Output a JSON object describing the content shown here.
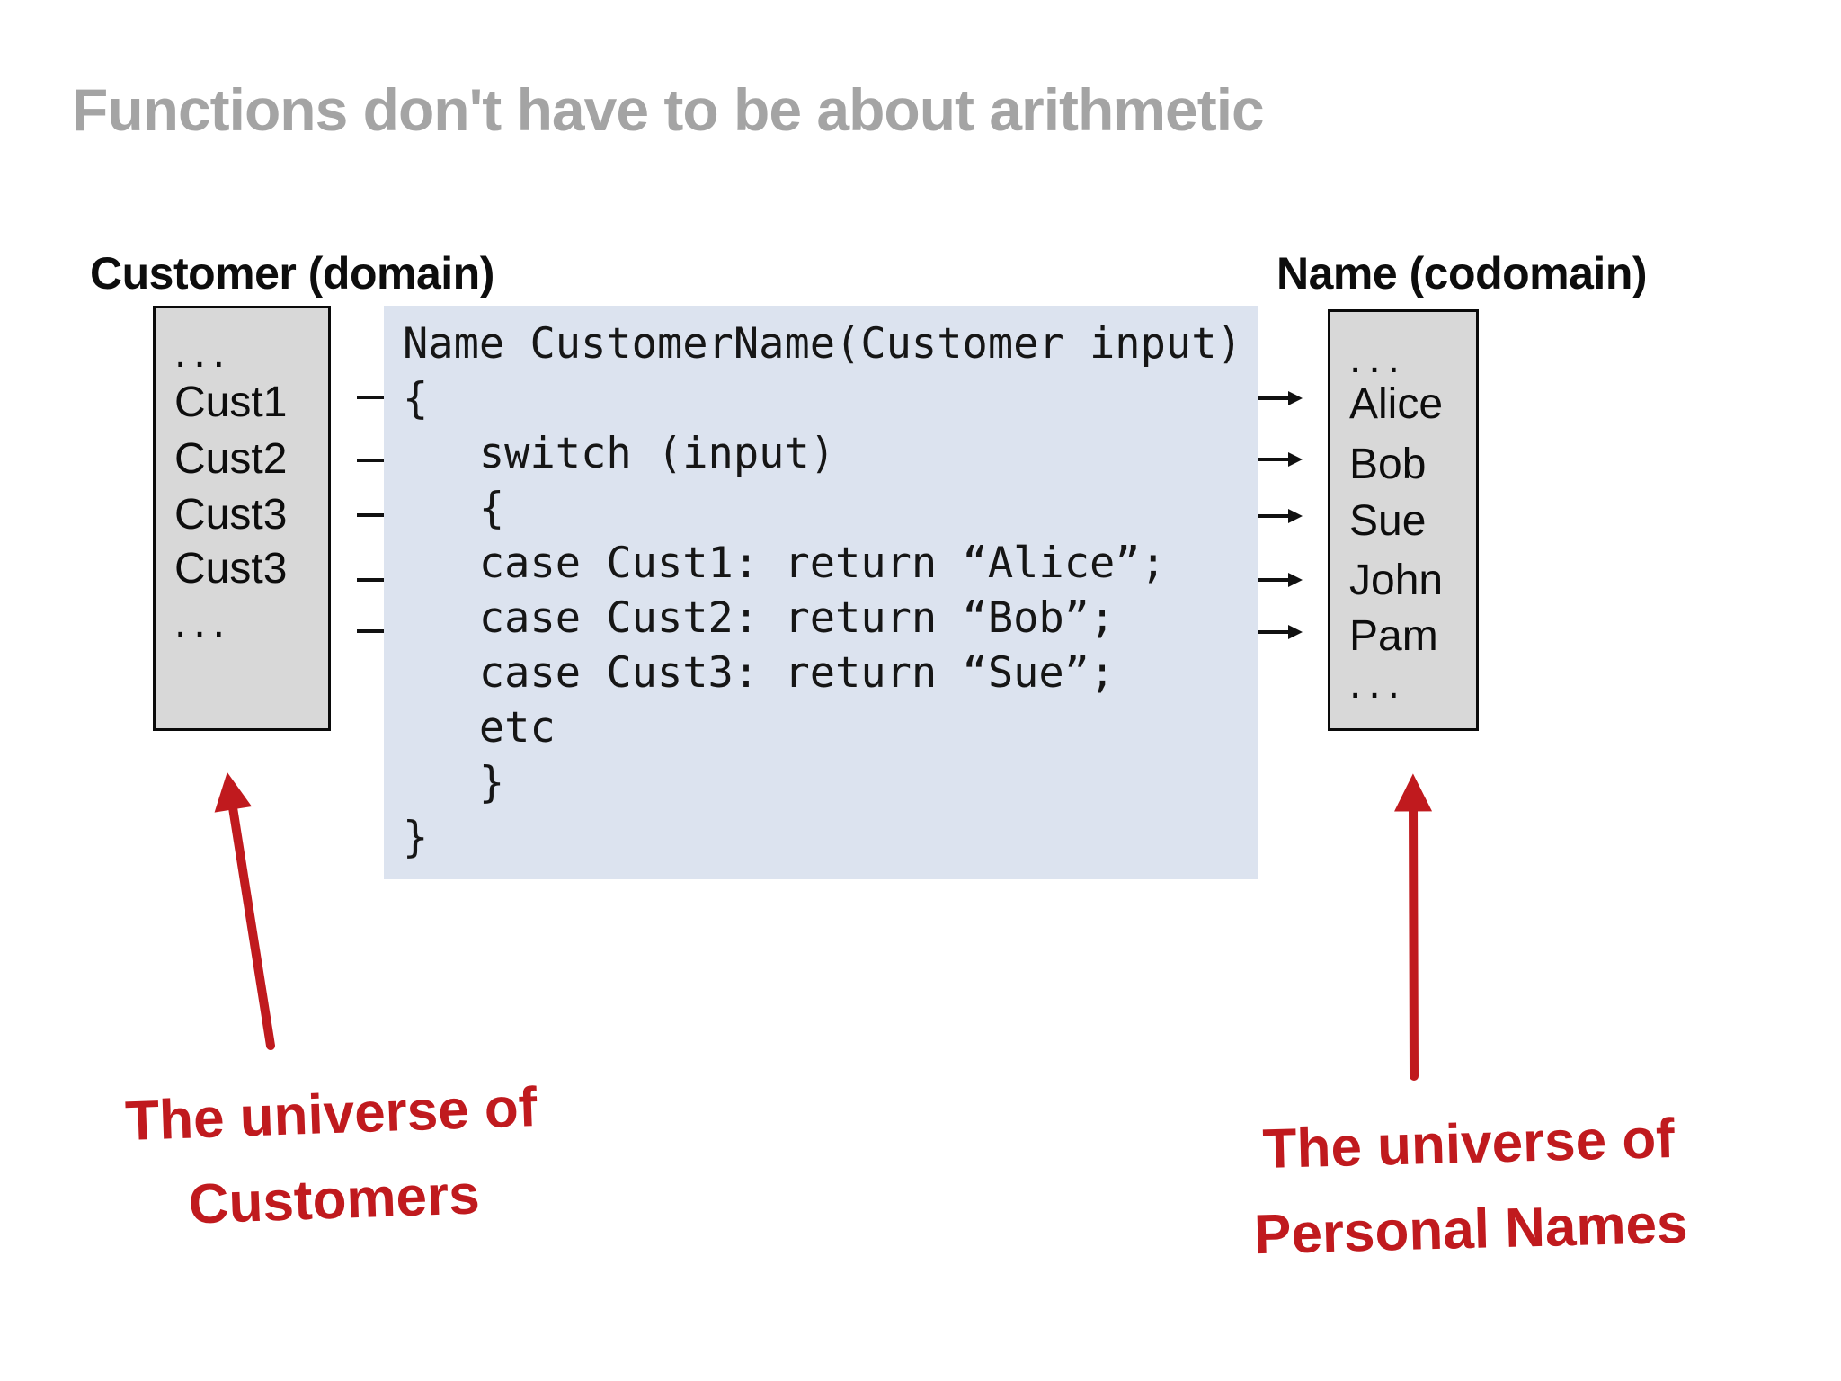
{
  "slide": {
    "title": "Functions don't have to be about arithmetic"
  },
  "domain_box": {
    "label": "Customer (domain)",
    "items": [
      "...",
      "Cust1",
      "Cust2",
      "Cust3",
      "Cust3",
      "..."
    ]
  },
  "codomain_box": {
    "label": "Name (codomain)",
    "items": [
      "...",
      "Alice",
      "Bob",
      "Sue",
      "John",
      "Pam",
      "..."
    ]
  },
  "code_block": {
    "text": "Name CustomerName(Customer input)\n{\n   switch (input)\n   {\n   case Cust1: return “Alice”;\n   case Cust2: return “Bob”;\n   case Cust3: return “Sue”;\n   etc\n   }\n}"
  },
  "annotations": {
    "left": {
      "line1": "The universe of",
      "line2": "Customers"
    },
    "right": {
      "line1": "The universe of",
      "line2": "Personal Names"
    }
  },
  "colors": {
    "annotation_red": "#c01a1e",
    "title_gray": "#a4a4a4",
    "code_background": "#dce3ef",
    "box_background": "#d8d8d8",
    "connector_black": "#111111"
  }
}
